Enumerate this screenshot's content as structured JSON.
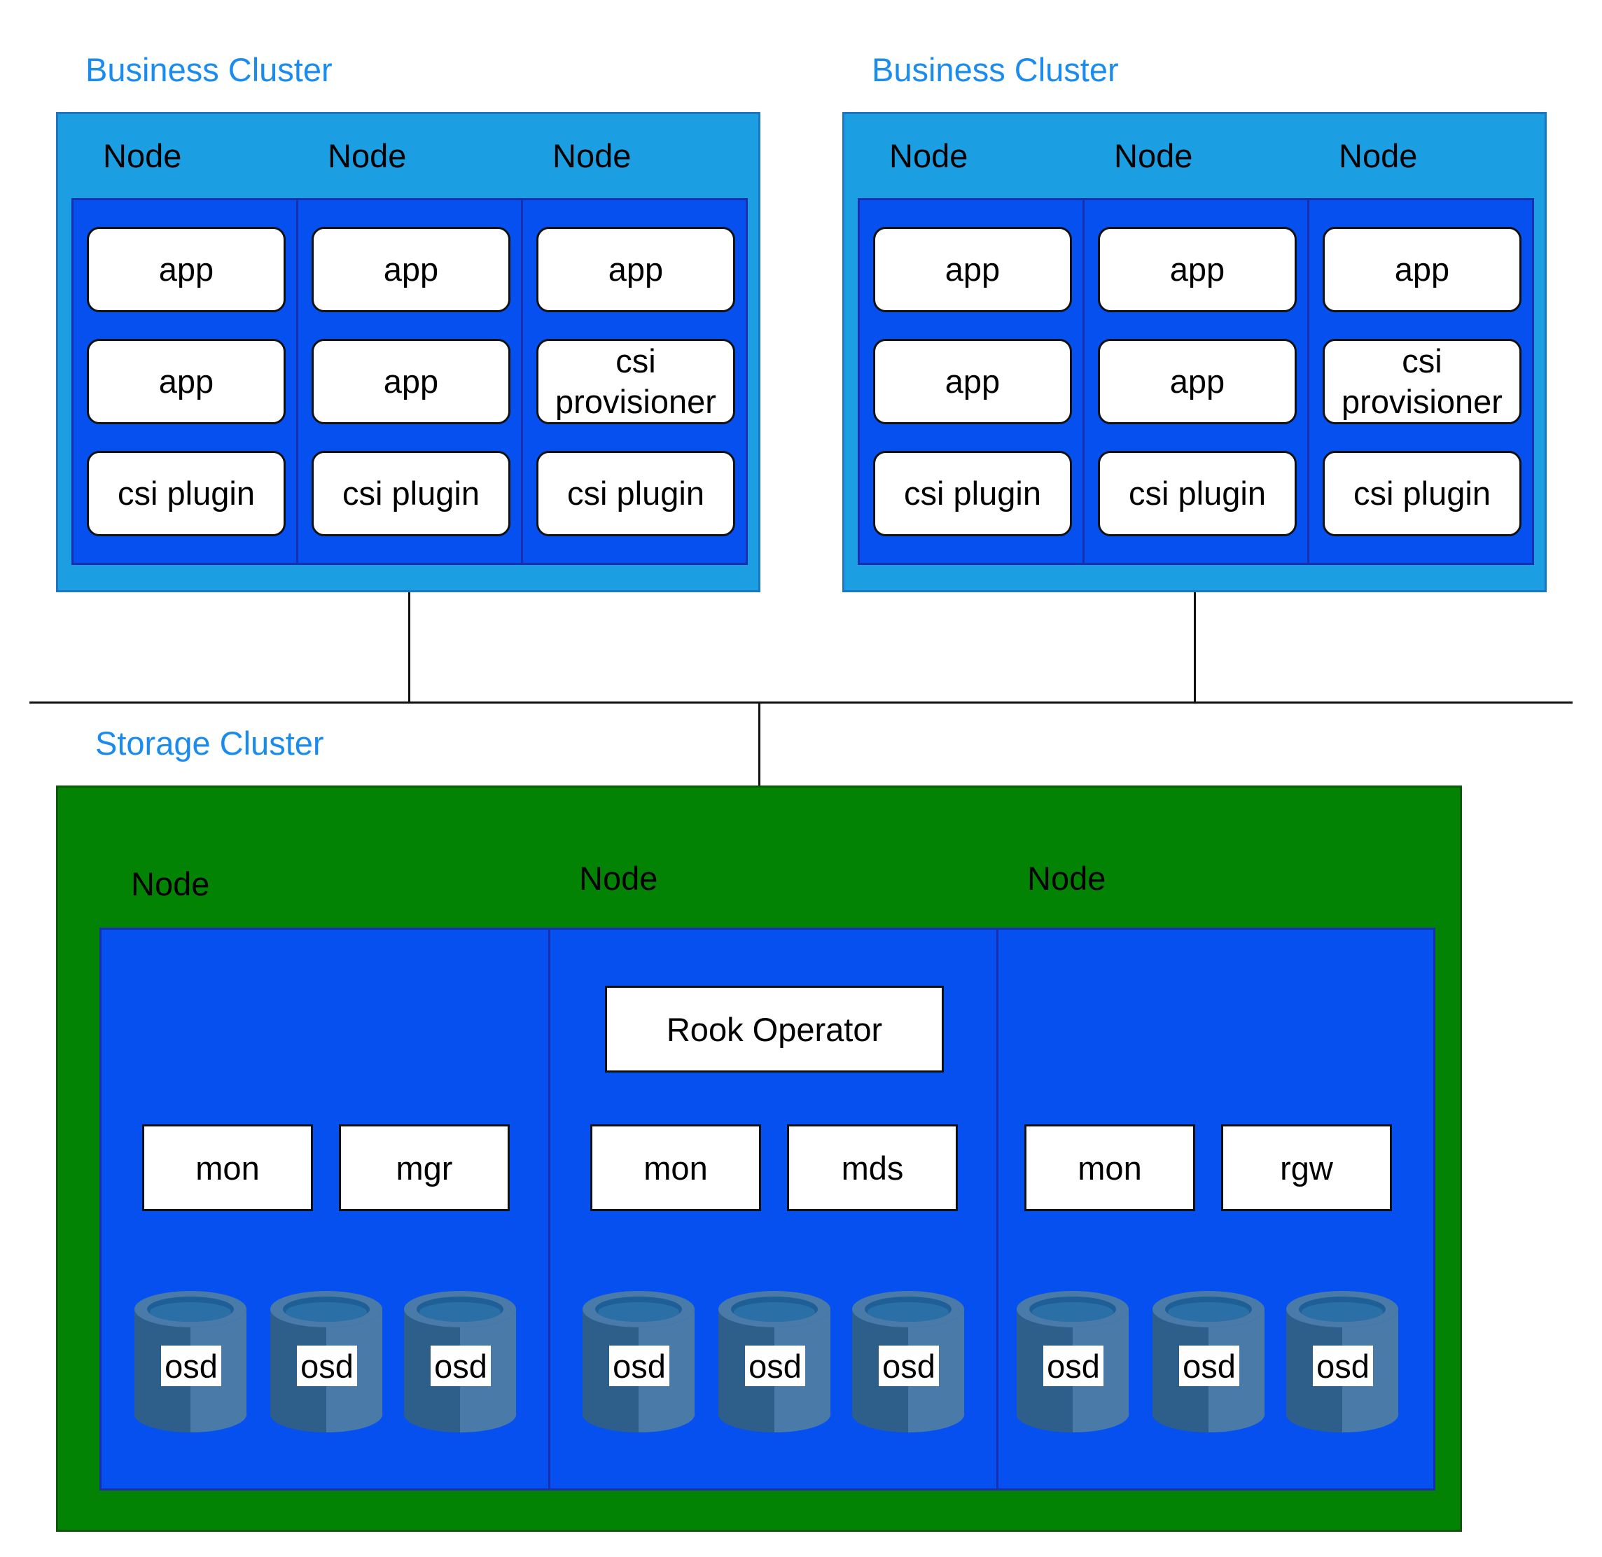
{
  "business_clusters": [
    {
      "title": "Business Cluster",
      "nodes": [
        {
          "label": "Node",
          "components": [
            "app",
            "app",
            "csi plugin"
          ]
        },
        {
          "label": "Node",
          "components": [
            "app",
            "app",
            "csi plugin"
          ]
        },
        {
          "label": "Node",
          "components": [
            "app",
            "csi provisioner",
            "csi plugin"
          ]
        }
      ]
    },
    {
      "title": "Business Cluster",
      "nodes": [
        {
          "label": "Node",
          "components": [
            "app",
            "app",
            "csi plugin"
          ]
        },
        {
          "label": "Node",
          "components": [
            "app",
            "app",
            "csi plugin"
          ]
        },
        {
          "label": "Node",
          "components": [
            "app",
            "csi provisioner",
            "csi plugin"
          ]
        }
      ]
    }
  ],
  "storage_cluster": {
    "title": "Storage Cluster",
    "operator": "Rook Operator",
    "nodes": [
      {
        "label": "Node",
        "daemons": [
          "mon",
          "mgr"
        ],
        "osds": [
          "osd",
          "osd",
          "osd"
        ]
      },
      {
        "label": "Node",
        "daemons": [
          "mon",
          "mds"
        ],
        "osds": [
          "osd",
          "osd",
          "osd"
        ]
      },
      {
        "label": "Node",
        "daemons": [
          "mon",
          "rgw"
        ],
        "osds": [
          "osd",
          "osd",
          "osd"
        ]
      }
    ]
  },
  "colors": {
    "title_blue": "#1a8cf0",
    "business_cluster_bg": "#1c9fe2",
    "node_bg": "#0750f0",
    "storage_cluster_bg": "#038303",
    "osd_dark": "#2e5f8a",
    "osd_light": "#4a7aa8"
  }
}
